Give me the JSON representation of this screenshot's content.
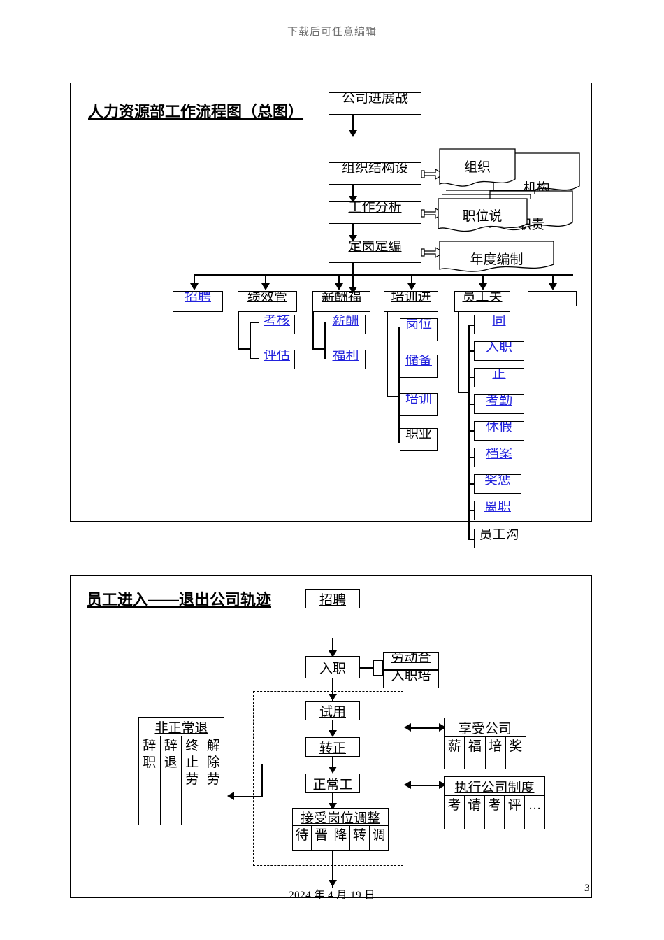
{
  "header": {
    "watermark": "下载后可任意编辑"
  },
  "footer": {
    "date": "2024 年 4 月 19 日",
    "page_number": "3"
  },
  "colors": {
    "link_blue": "#2222dd",
    "line_black": "#000000",
    "watermark_gray": "#6f6f6f"
  },
  "diagram1": {
    "title": "人力资源部工作流程图（总图）",
    "top_node": "公司进展战",
    "chain": [
      {
        "label": "组织结构设"
      },
      {
        "label": "工作分析"
      },
      {
        "label": "定岗定编"
      }
    ],
    "outputs": [
      {
        "label": "组织",
        "shape": "document"
      },
      {
        "label": "机构",
        "shape": "document"
      },
      {
        "label": "职位说",
        "shape": "document-stack"
      },
      {
        "label": "职责",
        "shape": "document-stack"
      },
      {
        "label": "年度编制",
        "shape": "document"
      }
    ],
    "branches": [
      {
        "label": "招聘",
        "style": "blue",
        "children": []
      },
      {
        "label": "绩效管",
        "style": "black",
        "children": [
          {
            "label": "考核",
            "style": "blue"
          },
          {
            "label": "评估",
            "style": "blue"
          }
        ]
      },
      {
        "label": "薪酬福",
        "style": "black",
        "children": [
          {
            "label": "薪酬",
            "style": "blue"
          },
          {
            "label": "福利",
            "style": "blue"
          }
        ]
      },
      {
        "label": "培训进",
        "style": "black",
        "children": [
          {
            "label": "岗位",
            "style": "blue"
          },
          {
            "label": "储备",
            "style": "blue"
          },
          {
            "label": "培训",
            "style": "blue"
          },
          {
            "label": "职业",
            "style": "black"
          }
        ]
      },
      {
        "label": "员工关",
        "style": "black",
        "children": [
          {
            "label": "同",
            "style": "blue"
          },
          {
            "label": "入职",
            "style": "blue"
          },
          {
            "label": "正",
            "style": "blue"
          },
          {
            "label": "考勤",
            "style": "blue"
          },
          {
            "label": "休假",
            "style": "blue"
          },
          {
            "label": "档案",
            "style": "blue"
          },
          {
            "label": "奖惩",
            "style": "blue"
          },
          {
            "label": "离职",
            "style": "blue"
          },
          {
            "label": "员工沟",
            "style": "black"
          }
        ]
      },
      {
        "label": "",
        "style": "black",
        "children": []
      }
    ]
  },
  "diagram2": {
    "title": "员工进入——退出公司轨迹",
    "start_node": "招聘",
    "flow": [
      {
        "label": "入职"
      },
      {
        "label": "试用"
      },
      {
        "label": "转正"
      },
      {
        "label": "正常工"
      }
    ],
    "onboarding_docs": [
      "劳动合",
      "入职培"
    ],
    "adjust_table": {
      "header": "接受岗位调整",
      "cells": [
        "待",
        "晋",
        "降",
        "转",
        "调"
      ]
    },
    "exit_table": {
      "header": "非正常退",
      "cells": [
        "辞\n职",
        "辞\n退",
        "终\n止\n劳",
        "解\n除\n劳"
      ]
    },
    "benefit_table": {
      "header": "享受公司",
      "cells": [
        "薪",
        "福",
        "培",
        "奖"
      ]
    },
    "rules_table": {
      "header": "执行公司制度",
      "cells": [
        "考",
        "请",
        "考",
        "评",
        "…"
      ]
    }
  }
}
